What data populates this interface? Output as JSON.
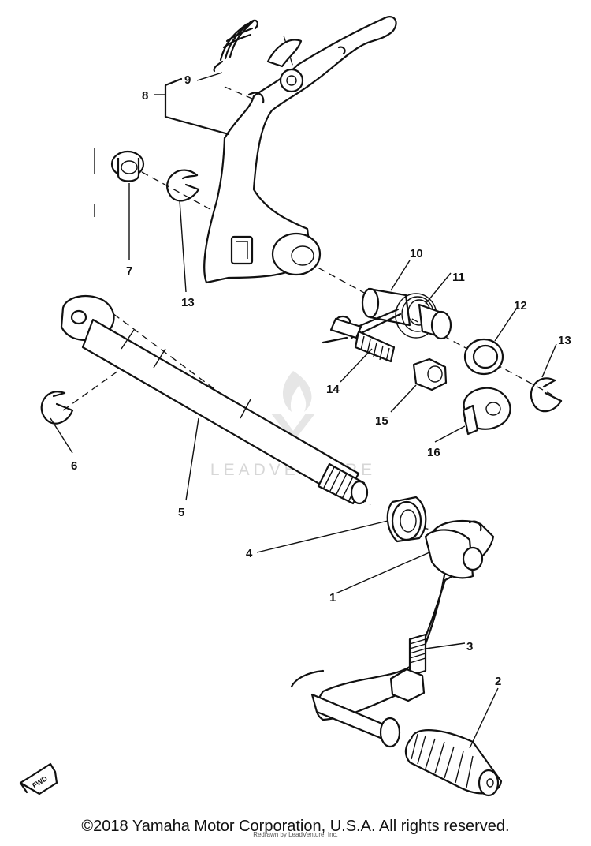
{
  "callouts": {
    "c1": "1",
    "c2": "2",
    "c3": "3",
    "c4": "4",
    "c5": "5",
    "c6": "6",
    "c7": "7",
    "c8": "8",
    "c9": "9",
    "c10": "10",
    "c11": "11",
    "c12": "12",
    "c13a": "13",
    "c13b": "13",
    "c14": "14",
    "c15": "15",
    "c16": "16"
  },
  "watermark": {
    "text": "LEADVENTURE"
  },
  "fwd_label": "FWD",
  "footer": {
    "copyright": "©2018 Yamaha Motor Corporation, U.S.A. All rights reserved.",
    "redrawn": "Redrawn by LeadVenture, Inc."
  }
}
